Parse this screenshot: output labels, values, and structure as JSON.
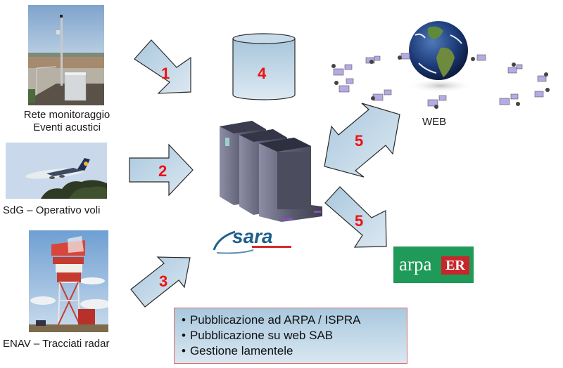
{
  "sources": [
    {
      "id": "noise-monitoring",
      "caption_lines": [
        "Rete monitoraggio",
        "Eventi acustici"
      ],
      "image": "noise-monitoring-station-photo"
    },
    {
      "id": "flight-ops",
      "caption_lines": [
        "SdG – Operativo voli"
      ],
      "image": "airplane-photo"
    },
    {
      "id": "radar-tracks",
      "caption_lines": [
        "ENAV – Tracciati radar"
      ],
      "image": "radar-tower-photo"
    }
  ],
  "arrows": [
    {
      "id": "arrow-1",
      "label": "1",
      "from": "noise-monitoring",
      "to": "sara-server"
    },
    {
      "id": "arrow-2",
      "label": "2",
      "from": "flight-ops",
      "to": "sara-server"
    },
    {
      "id": "arrow-3",
      "label": "3",
      "from": "radar-tracks",
      "to": "sara-server"
    },
    {
      "id": "arrow-5-web",
      "label": "5",
      "from": "sara-server",
      "to": "web",
      "bidirectional": true
    },
    {
      "id": "arrow-5-arpa",
      "label": "5",
      "from": "sara-server",
      "to": "arpa-er"
    }
  ],
  "database": {
    "label": "4"
  },
  "server": {
    "logo_text": "sara"
  },
  "web": {
    "label": "WEB"
  },
  "arpa_logo": {
    "text": "arpa",
    "badge": "ER"
  },
  "info_box": {
    "items": [
      "Pubblicazione ad ARPA / ISPRA",
      "Pubblicazione su web SAB",
      "Gestione lamentele"
    ]
  },
  "colors": {
    "arrow_fill_top": "#a9c8de",
    "arrow_fill_bottom": "#dce8f1",
    "number_red": "#ee1111",
    "info_border": "#e06a6a",
    "arpa_green": "#1f9a58",
    "arpa_red": "#c6262c",
    "sara_blue": "#1d5f8a"
  }
}
